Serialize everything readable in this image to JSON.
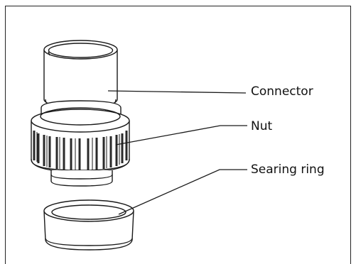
{
  "labels": {
    "connector": "Connector",
    "nut": "Nut",
    "sealing_ring": "Searing ring"
  }
}
